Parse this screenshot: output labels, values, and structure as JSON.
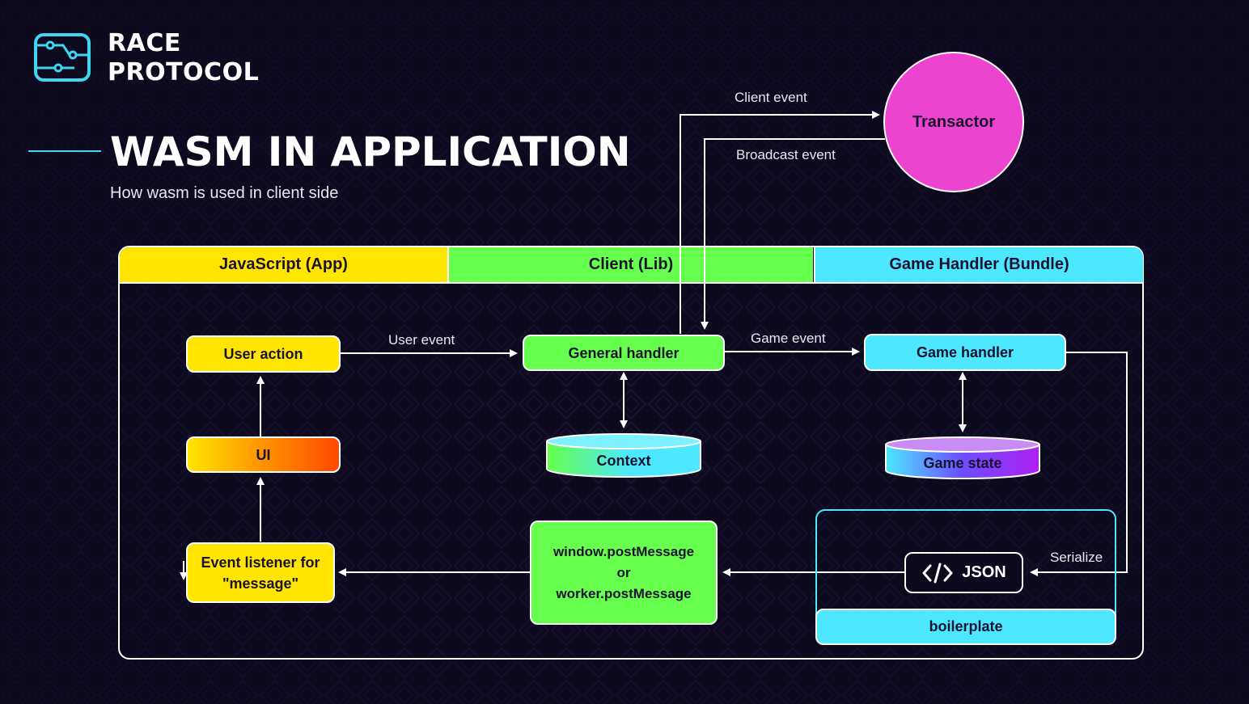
{
  "brand": {
    "line1": "RACE",
    "line2": "PROTOCOL"
  },
  "heading": {
    "title": "WASM IN APPLICATION",
    "subtitle": "How wasm is used in client side"
  },
  "lanes": {
    "js": "JavaScript (App)",
    "client": "Client (Lib)",
    "game": "Game Handler (Bundle)"
  },
  "nodes": {
    "transactor": "Transactor",
    "user_action": "User action",
    "ui": "UI",
    "event_listener_line1": "Event listener for",
    "event_listener_line2": "\"message\"",
    "general_handler": "General handler",
    "context": "Context",
    "post_line1": "window.postMessage",
    "post_line2": "or",
    "post_line3": "worker.postMessage",
    "game_handler": "Game handler",
    "game_state": "Game state",
    "json": "JSON",
    "boilerplate": "boilerplate"
  },
  "edges": {
    "client_event": "Client event",
    "broadcast_event": "Broadcast event",
    "user_event": "User event",
    "game_event": "Game event",
    "serialize": "Serialize"
  },
  "colors": {
    "background": "#0e0a1e",
    "yellow": "#ffe500",
    "green": "#66ff4d",
    "cyan": "#4de8ff",
    "magenta": "#ec44cf",
    "purple": "#a020f0",
    "accent_line": "#3ed6f0"
  }
}
